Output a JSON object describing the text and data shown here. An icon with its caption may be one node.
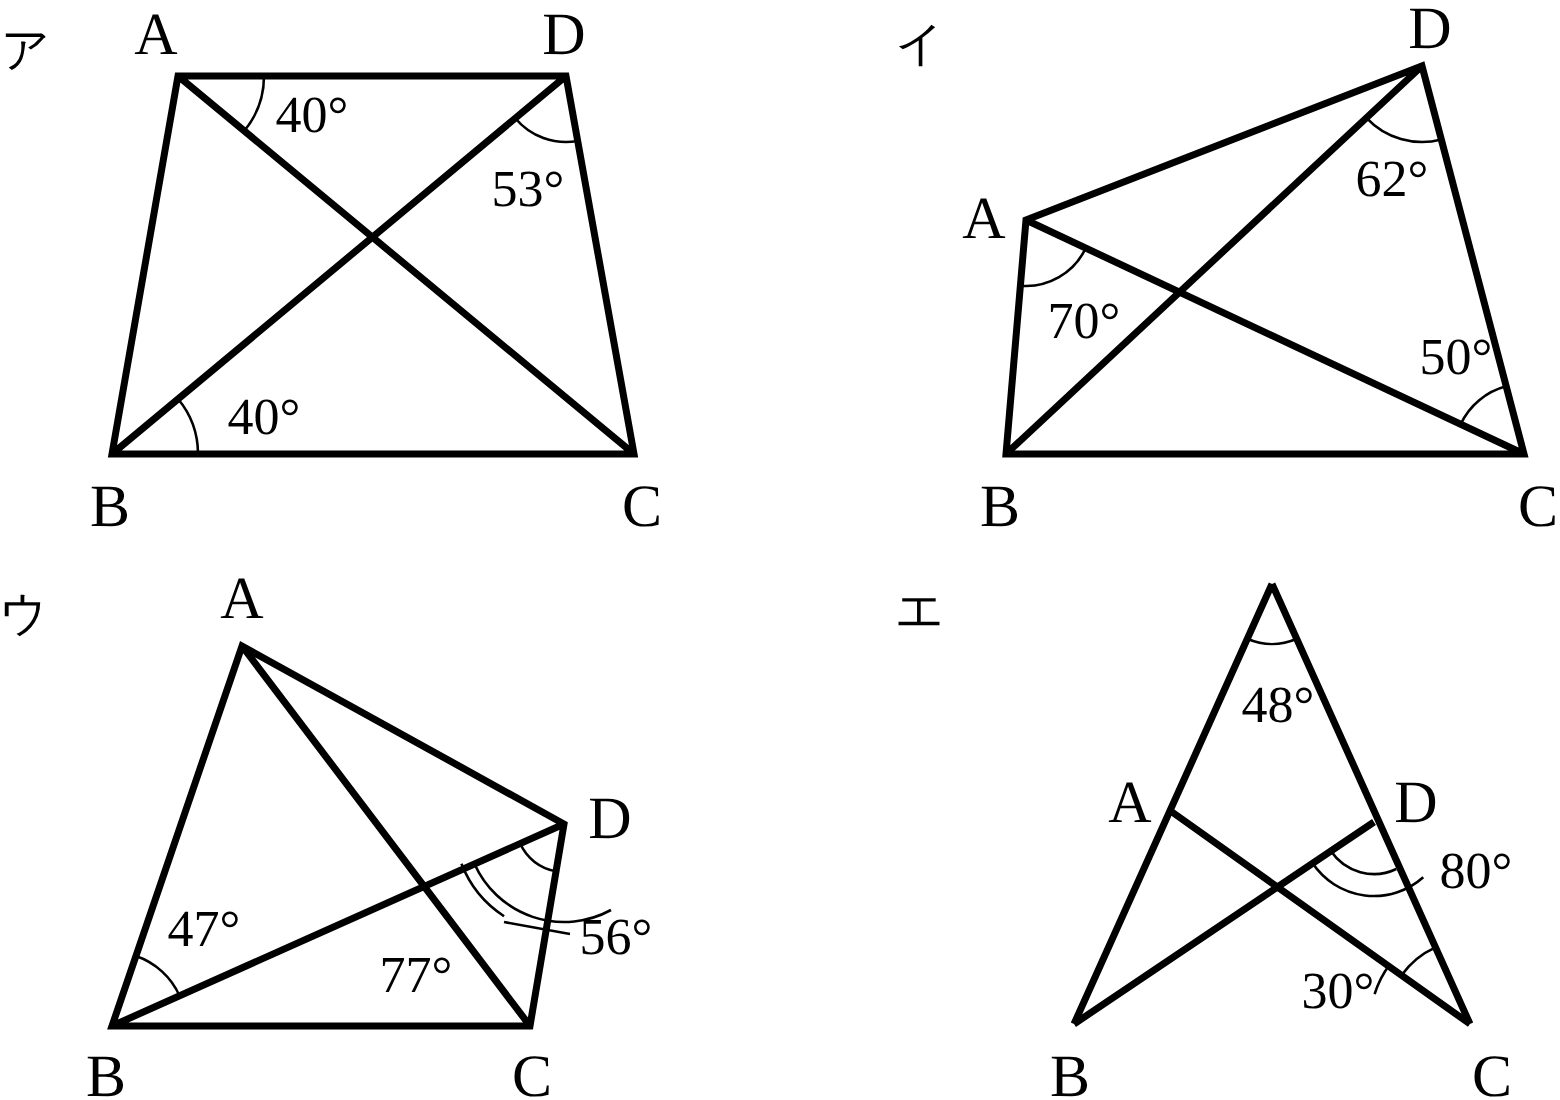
{
  "diagram": {
    "labels": [
      "ア",
      "A",
      "D",
      "40°",
      "53°",
      "40°",
      "B",
      "C",
      "イ",
      "D",
      "62°",
      "A",
      "70°",
      "50°",
      "B",
      "C",
      "ウ",
      "A",
      "D",
      "47°",
      "77°",
      "56°",
      "B",
      "C",
      "エ",
      "48°",
      "A",
      "D",
      "80°",
      "30°",
      "B",
      "C"
    ]
  }
}
